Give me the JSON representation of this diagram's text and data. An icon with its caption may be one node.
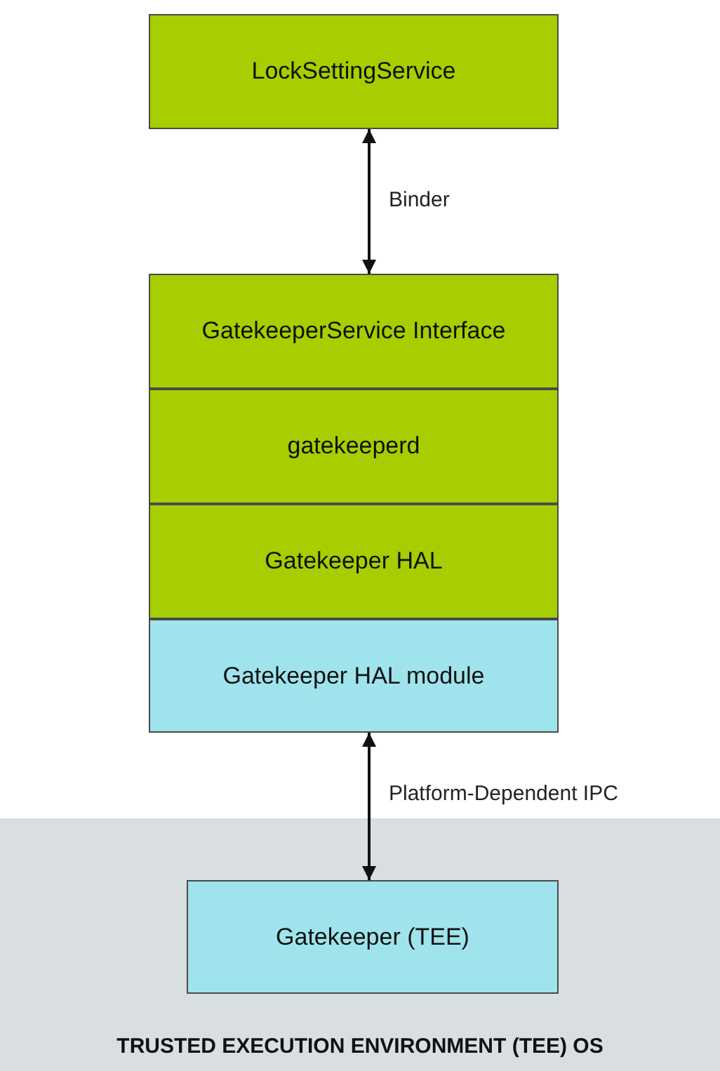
{
  "diagram": {
    "nodes": [
      {
        "text": [
          "LockSettingService"
        ]
      },
      {
        "text": [
          "GatekeeperService Interface"
        ]
      },
      {
        "text": [
          "gatekeeperd"
        ]
      },
      {
        "text": [
          "Gatekeeper HAL"
        ]
      },
      {
        "text": [
          "Gatekeeper HAL module"
        ]
      },
      {
        "text": [
          "TRUSTED EXECUTION ENVIRONMENT (TEE) OS"
        ]
      },
      {
        "text": [
          "Gatekeeper (TEE)"
        ],
        "in": 5
      }
    ],
    "edges": [
      {
        "from": 0,
        "to": 1,
        "arrow": "both",
        "label": "Binder"
      },
      {
        "from": 4,
        "to": 6,
        "arrow": "both",
        "label": "Platform-Dependent IPC"
      }
    ]
  }
}
